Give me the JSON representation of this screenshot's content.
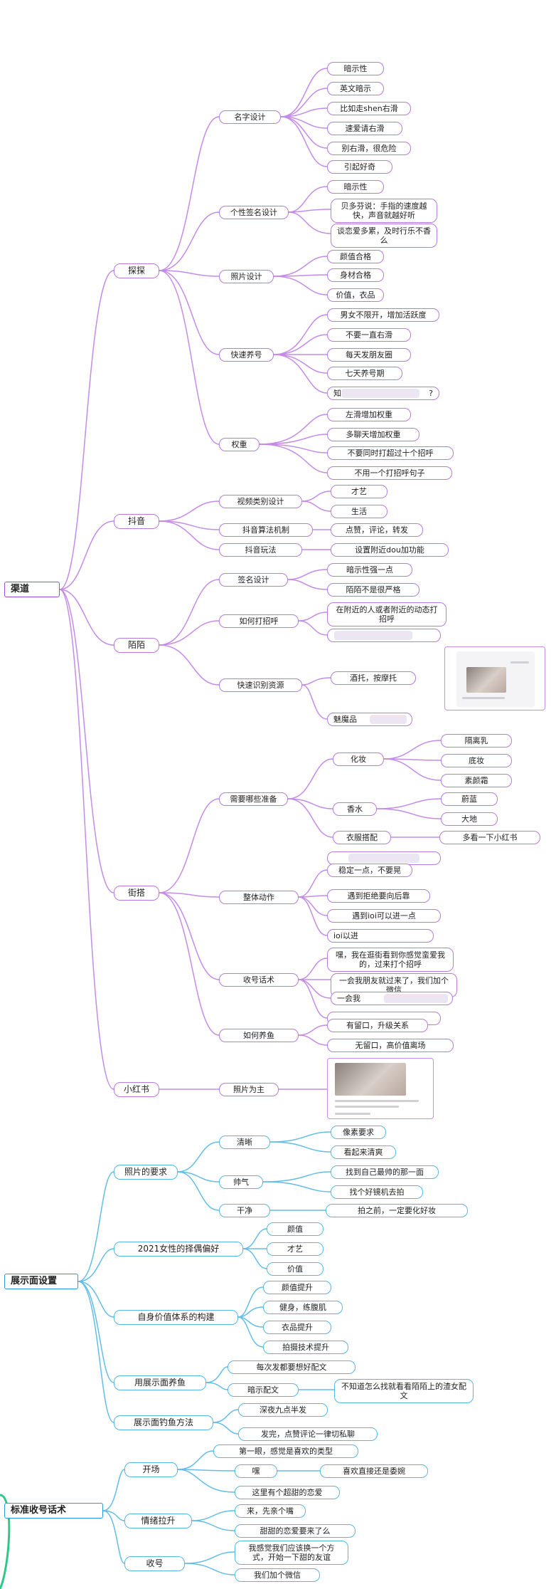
{
  "colors": {
    "purple": "#b67de0",
    "blue": "#57b7e6"
  },
  "roots": [
    {
      "id": "r1",
      "label": "渠道"
    },
    {
      "id": "r2",
      "label": "展示面设置"
    },
    {
      "id": "r3",
      "label": "标准收号话术"
    }
  ],
  "nodes": {
    "n_tantan": "探探",
    "n_mingzi": "名字设计",
    "n_ansx1": "暗示性",
    "n_yingwen": "英文暗示",
    "n_shen": "比如走shen右滑",
    "n_qiuai": "速爱请右滑",
    "n_bie": "别右滑，很危险",
    "n_yinqi": "引起好奇",
    "n_gexing": "个性签名设计",
    "n_ansx2": "暗示性",
    "n_beiduo": "贝多芬说：手指的速度越快，声音就越好听",
    "n_tanlian": "谈恋爱多累，及时行乐不香么",
    "n_zhaopian": "照片设计",
    "n_yanzhi1": "颜值合格",
    "n_shencai": "身材合格",
    "n_jiazhi1": "价值，衣品",
    "n_kuaisu": "快速养号",
    "n_nannv": "男女不限开，增加活跃度",
    "n_buyao": "不要一直右滑",
    "n_meitian": "每天发朋友圈",
    "n_qitian": "七天养号期",
    "n_zhen": "知",
    "n_zhen_end": "?",
    "n_quanzhong": "权重",
    "n_zuohua": "左滑增加权重",
    "n_duoliao": "多聊天增加权重",
    "n_butong": "不要同时打超过十个招呼",
    "n_buyong": "不用一个打招呼句子",
    "n_douyin": "抖音",
    "n_shipin": "视频类别设计",
    "n_caiyi": "才艺",
    "n_shenghuo": "生活",
    "n_suanfa": "抖音算法机制",
    "n_dianzan": "点赞，评论，转发",
    "n_wanfa": "抖音玩法",
    "n_fujin": "设置附近dou加功能",
    "n_momo": "陌陌",
    "n_qianming": "签名设计",
    "n_ansx3": "暗示性强一点",
    "n_momobu": "陌陌不是很严格",
    "n_zhaohu": "如何打招呼",
    "n_zaifujin": "在附近的人或者附近的动态打招呼",
    "n_shibie": "快速识别资源",
    "n_jiutuo": "酒托，按摩托",
    "n_meimo": "魅魔品",
    "n_jiepai": "街搭",
    "n_xuyao": "需要哪些准备",
    "n_huazhuang": "化妆",
    "n_geli": "隔离乳",
    "n_dizhuang": "底妆",
    "n_sumian": "素颜霜",
    "n_xiangshui": "香水",
    "n_weilan": "蔚蓝",
    "n_dadi": "大地",
    "n_yifu": "衣服搭配",
    "n_duokan": "多看一下小红书",
    "n_zhengti": "整体动作",
    "n_wending": "稳定一点，不要晃",
    "n_yudao": "遇到拒绝要向后靠",
    "n_yudaoioi": "遇到ioi可以进一点",
    "n_ioi": "ioi以进",
    "n_shouhao": "收号话术",
    "n_hei": "嘿，我在逛街看到你感觉蛮爱我的，过来打个招呼",
    "n_yihui": "一会我朋友就过来了，我们加个微信",
    "n_yihuiwo": "一会我",
    "n_ruhe": "如何养鱼",
    "n_youhou": "有留口，升级关系",
    "n_wuhou": "无留口，高价值离场",
    "n_xiaohongshu": "小红书",
    "n_zhaopianwz": "照片为主",
    "n_zpyaoqiu": "照片的要求",
    "n_qingxi": "清晰",
    "n_xiangsu": "像素要求",
    "n_kanqi": "看起来清爽",
    "n_shuaiqi": "帅气",
    "n_zhaodao": "找到自己最帅的那一面",
    "n_zhaoyige": "找个好镜机去拍",
    "n_ganjing": "干净",
    "n_paizhi": "拍之前，一定要化好妆",
    "n_2021": "2021女性的择偶偏好",
    "n_yanzhi2": "颜值",
    "n_caiyi2": "才艺",
    "n_jiazhi2": "价值",
    "n_zishen": "自身价值体系的构建",
    "n_yanzhits": "颜值提升",
    "n_jianshen": "健身，练腹肌",
    "n_yipin": "衣品提升",
    "n_paishe": "拍摄技术提升",
    "n_yongzhan": "用展示面养鱼",
    "n_meici": "每次发都要想好配文",
    "n_anshi": "暗示配文",
    "n_buzhi": "不知道怎么找就看看陌陌上的渣女配文",
    "n_diaoyu": "展示面钓鱼方法",
    "n_shenye": "深夜九点半发",
    "n_fawan": "发完，点赞评论一律切私聊",
    "n_kaichang": "开场",
    "n_diyiyan": "第一眼，感觉是喜欢的类型",
    "n_hei2": "嘿",
    "n_xihuan": "喜欢直接还是委婉",
    "n_zheli": "这里有个超甜的恋爱",
    "n_qingxu": "情绪拉升",
    "n_lai": "来，先亲个嘴",
    "n_tiantian": "甜甜的恋爱要来了么",
    "n_shouhao2": "收号",
    "n_wogan": "我感觉我们应该换一个方式，开始一下甜的友谊",
    "n_women": "我们加个微信"
  }
}
